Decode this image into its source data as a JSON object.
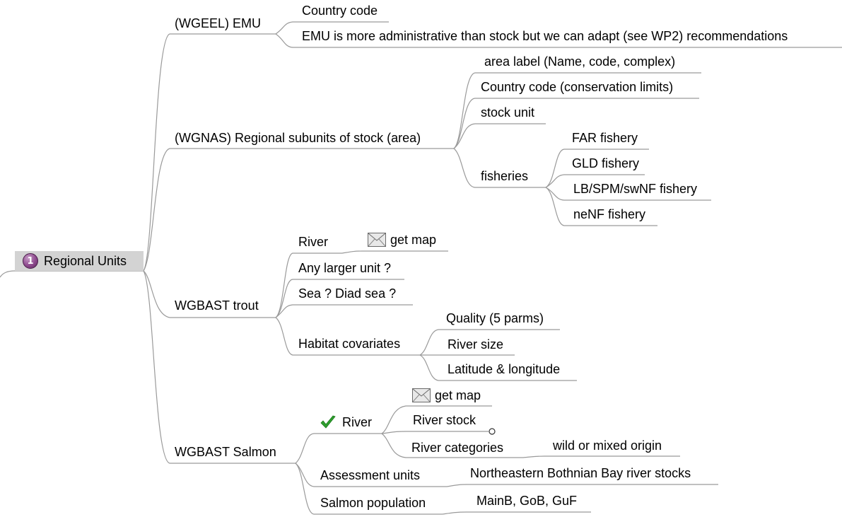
{
  "root": {
    "label": "Regional Units",
    "badge": "1",
    "icon": "priority-1-icon"
  },
  "wgeel": {
    "label": "(WGEEL) EMU",
    "children": [
      "Country code",
      "EMU is more administrative than stock but we can adapt (see WP2) recommendations"
    ]
  },
  "wgnas": {
    "label": "(WGNAS) Regional subunits of stock (area)",
    "children": [
      "area label (Name, code, complex)",
      "Country code (conservation limits)",
      "stock unit"
    ],
    "fisheries": {
      "label": "fisheries",
      "children": [
        "FAR fishery",
        "GLD fishery",
        "LB/SPM/swNF fishery",
        "neNF fishery"
      ]
    }
  },
  "trout": {
    "label": "WGBAST trout",
    "river": {
      "label": "River",
      "getmap": "get map",
      "icon": "envelope-icon"
    },
    "larger": "Any larger unit ?",
    "sea": "Sea ? Diad sea ?",
    "habitat": {
      "label": "Habitat covariates",
      "children": [
        "Quality (5 parms)",
        "River size",
        "Latitude & longitude"
      ]
    }
  },
  "salmon": {
    "label": "WGBAST Salmon",
    "river": {
      "label": "River",
      "icon": "checkmark-icon",
      "getmap": "get map",
      "stock": "River stock",
      "categories": "River categories",
      "categories_child": "wild or mixed origin"
    },
    "assessment": {
      "label": "Assessment units",
      "child": "Northeastern Bothnian Bay river stocks"
    },
    "population": {
      "label": "Salmon population",
      "child": "MainB, GoB, GuF"
    }
  },
  "colors": {
    "line": "#9a9a9a",
    "root_bg": "#d3d3d3",
    "badge": "#8e4a8e",
    "check": "#2e9e2e"
  }
}
